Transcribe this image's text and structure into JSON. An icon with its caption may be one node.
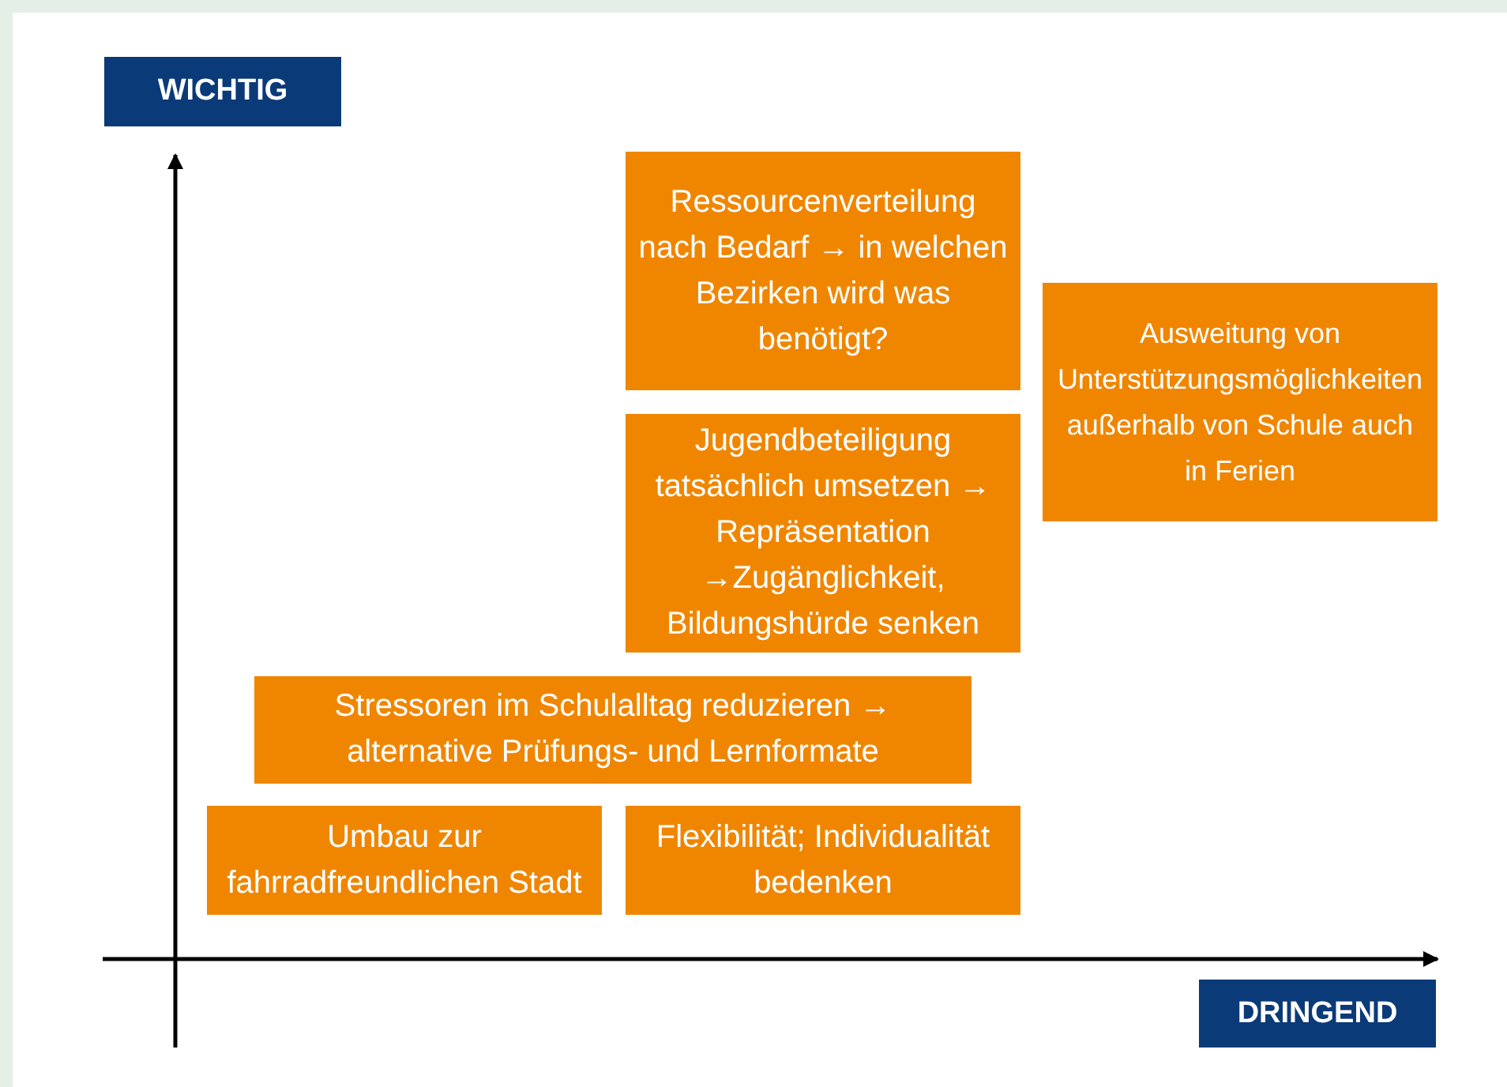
{
  "diagram": {
    "nodes": [
      {
        "text": [
          "Ressourcenverteilung nach Bedarf → in welchen Bezirken wird was benötigt?"
        ]
      },
      {
        "text": [
          "Ausweitung von Unterstützungsmöglichkeiten außerhalb von Schule auch in Ferien"
        ]
      },
      {
        "text": [
          "Jugendbeteiligung tatsächlich umsetzen → Repräsentation →Zugänglichkeit, Bildungshürde senken"
        ]
      },
      {
        "text": [
          "Stressoren im Schulalltag reduzieren → alternative Prüfungs- und Lernformate"
        ]
      },
      {
        "text": [
          "Umbau zur fahrradfreundlichen Stadt"
        ]
      },
      {
        "text": [
          "Flexibilität; Individualität bedenken"
        ]
      }
    ],
    "labels": [
      "WICHTIG",
      "DRINGEND"
    ]
  }
}
